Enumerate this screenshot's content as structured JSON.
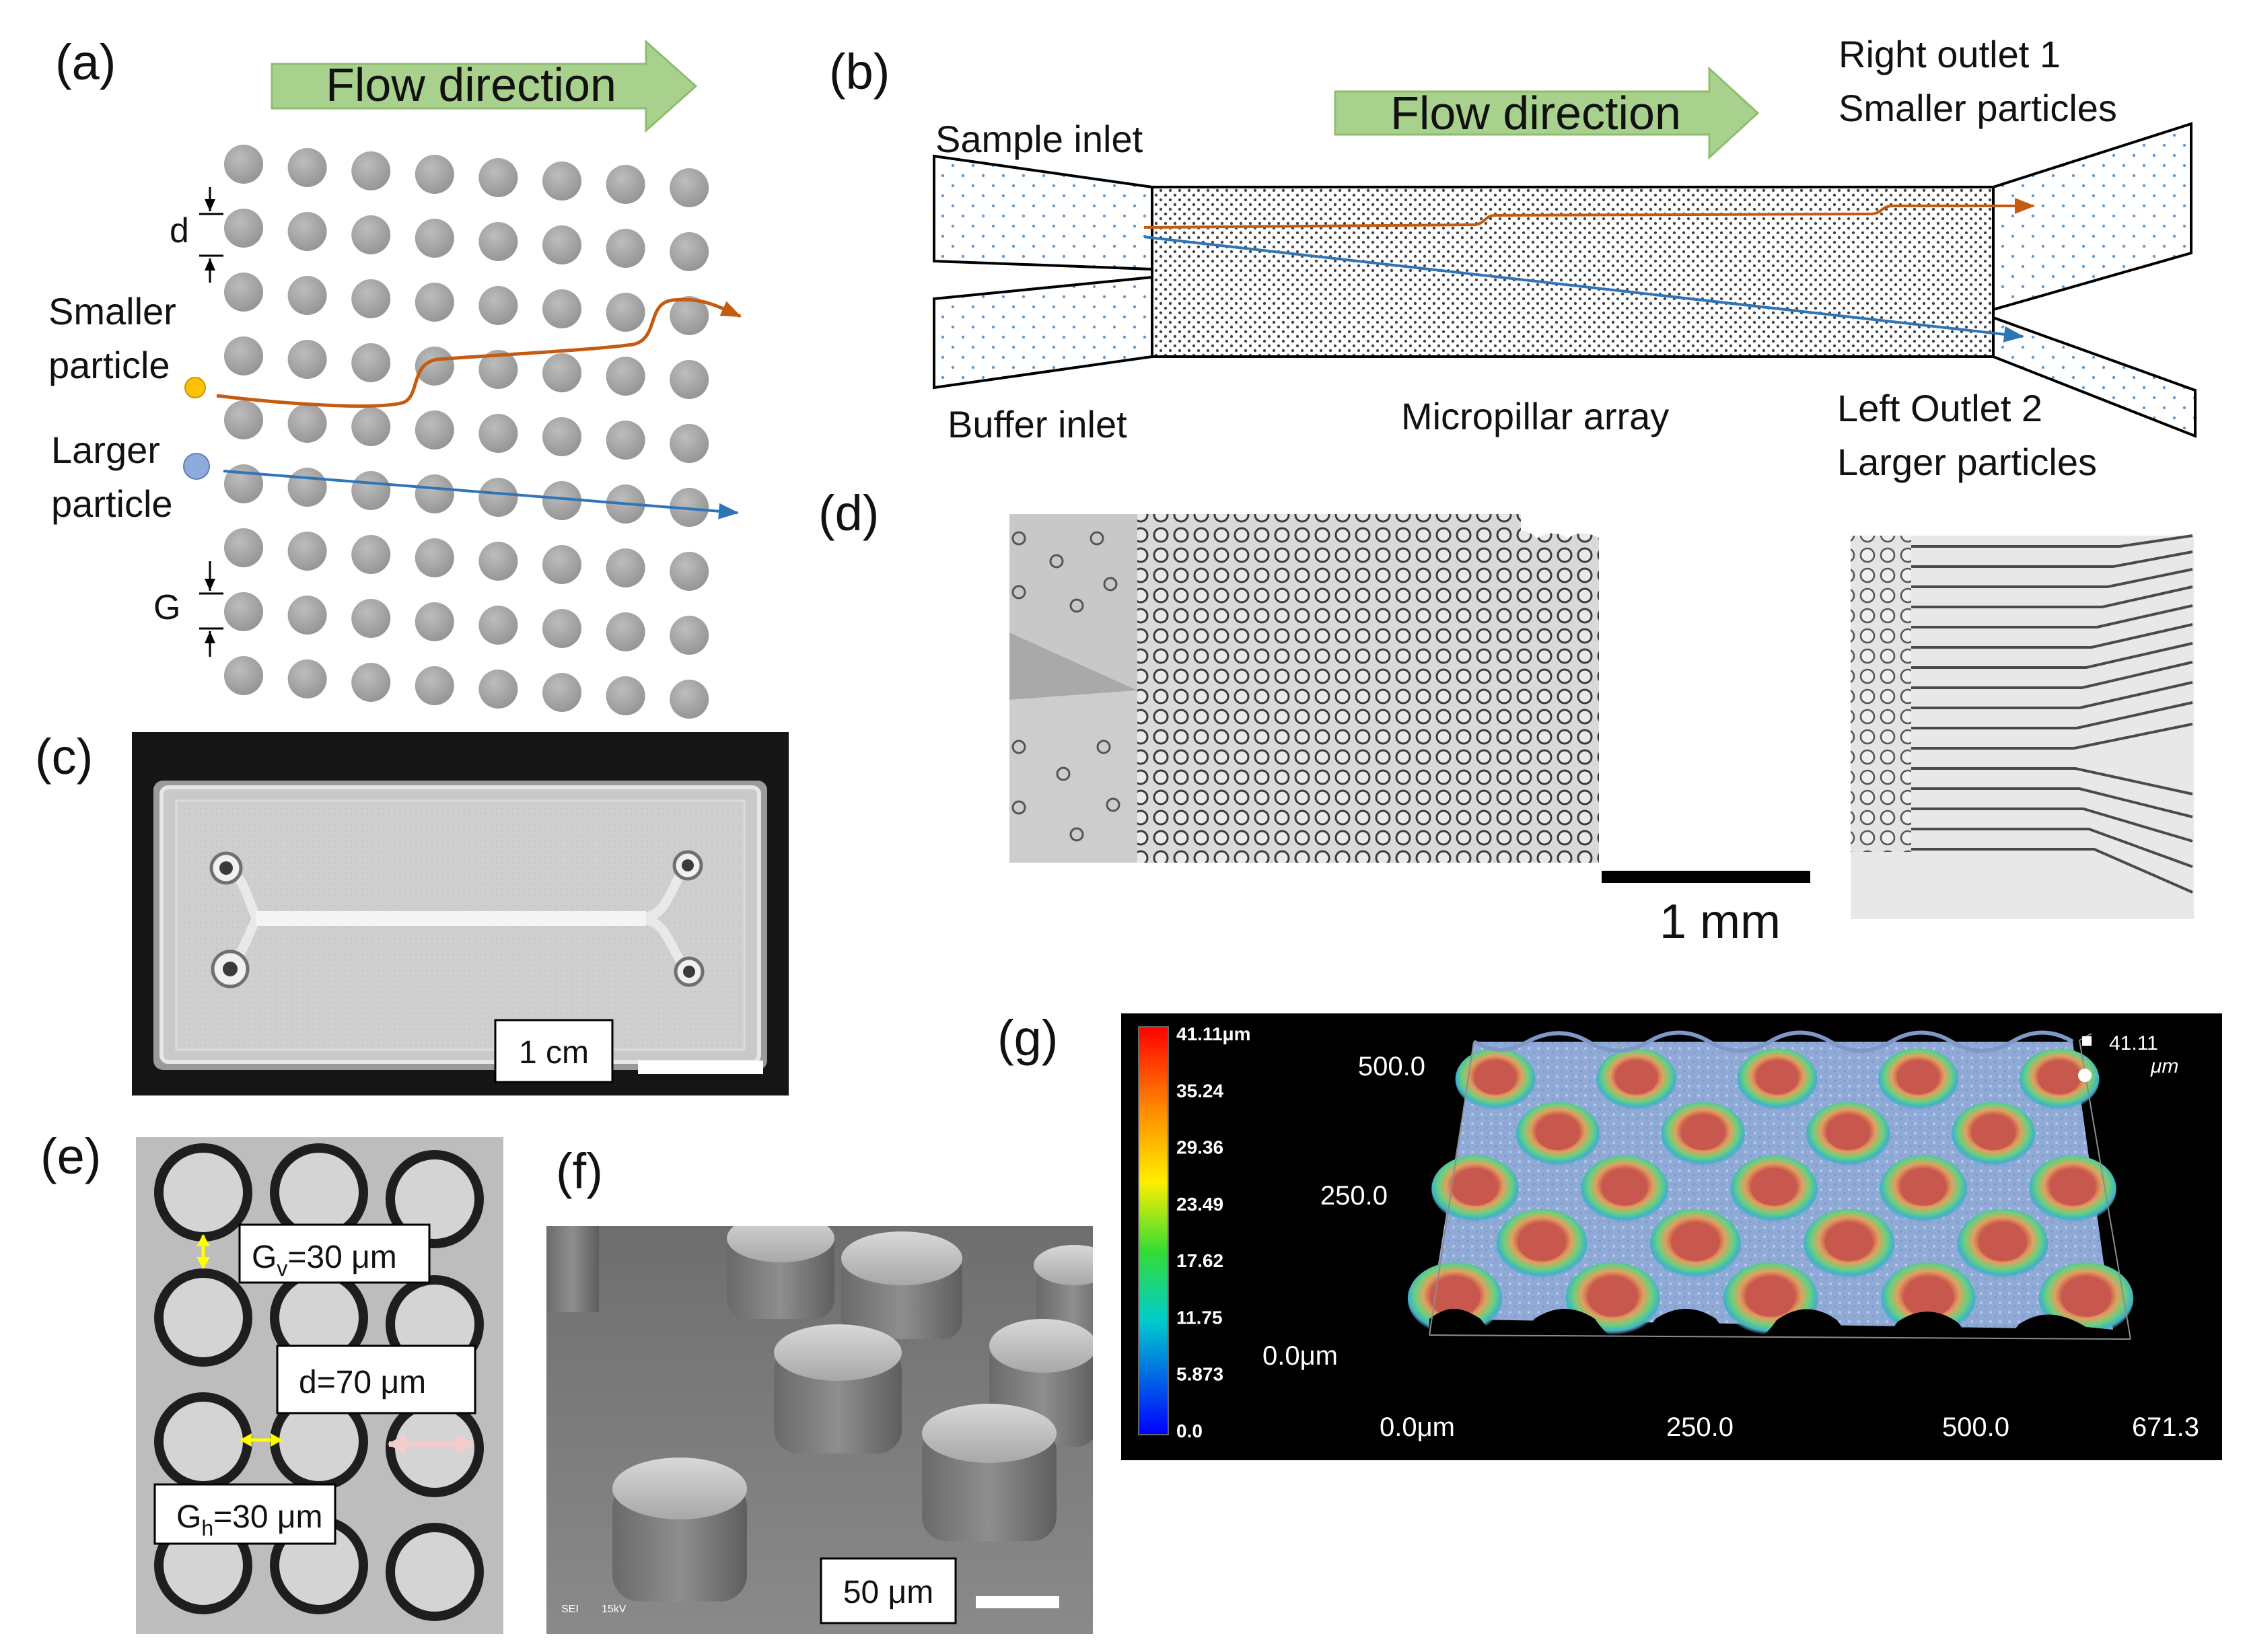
{
  "panel_a": {
    "label": "(a)",
    "flow_label": "Flow direction",
    "d_label": "d",
    "g_label": "G",
    "smaller_line1": "Smaller",
    "smaller_line2": "particle",
    "larger_line1": "Larger",
    "larger_line2": "particle"
  },
  "panel_b": {
    "label": "(b)",
    "flow_label": "Flow direction",
    "sample_inlet": "Sample inlet",
    "buffer_inlet": "Buffer inlet",
    "array_label": "Micropillar array",
    "right_outlet_line1": "Right outlet 1",
    "right_outlet_line2": "Smaller particles",
    "left_outlet_line1": "Left Outlet 2",
    "left_outlet_line2": "Larger particles"
  },
  "panel_c": {
    "label": "(c)",
    "scale": "1 cm"
  },
  "panel_d": {
    "label": "(d)",
    "scale": "1 mm"
  },
  "panel_e": {
    "label": "(e)",
    "gv_main": "G",
    "gv_sub": "v",
    "gv_rest": "=30 μm",
    "d_value": "d=70 μm",
    "gh_main": "G",
    "gh_sub": "h",
    "gh_rest": "=30 μm"
  },
  "panel_f": {
    "label": "(f)",
    "scale": "50 μm",
    "sem_tag1": "SEI",
    "sem_tag2": "15kV"
  },
  "panel_g": {
    "label": "(g)",
    "colorbar_ticks": [
      "41.11μm",
      "35.24",
      "29.36",
      "23.49",
      "17.62",
      "11.75",
      "5.873",
      "0.0"
    ],
    "y_ticks": [
      "500.0",
      "250.0",
      "0.0μm"
    ],
    "x_ticks": [
      "0.0μm",
      "250.0",
      "500.0",
      "671.3"
    ],
    "max_value": "41.11",
    "max_unit": "μm"
  },
  "colors": {
    "flow_arrow": "#a9d18e",
    "small_path": "#c55a11",
    "large_path": "#2e75b6",
    "small_particle": "#ffc000",
    "large_particle": "#8faadc",
    "pillar": "#a6a6a6",
    "highlight": "#ffff00"
  }
}
